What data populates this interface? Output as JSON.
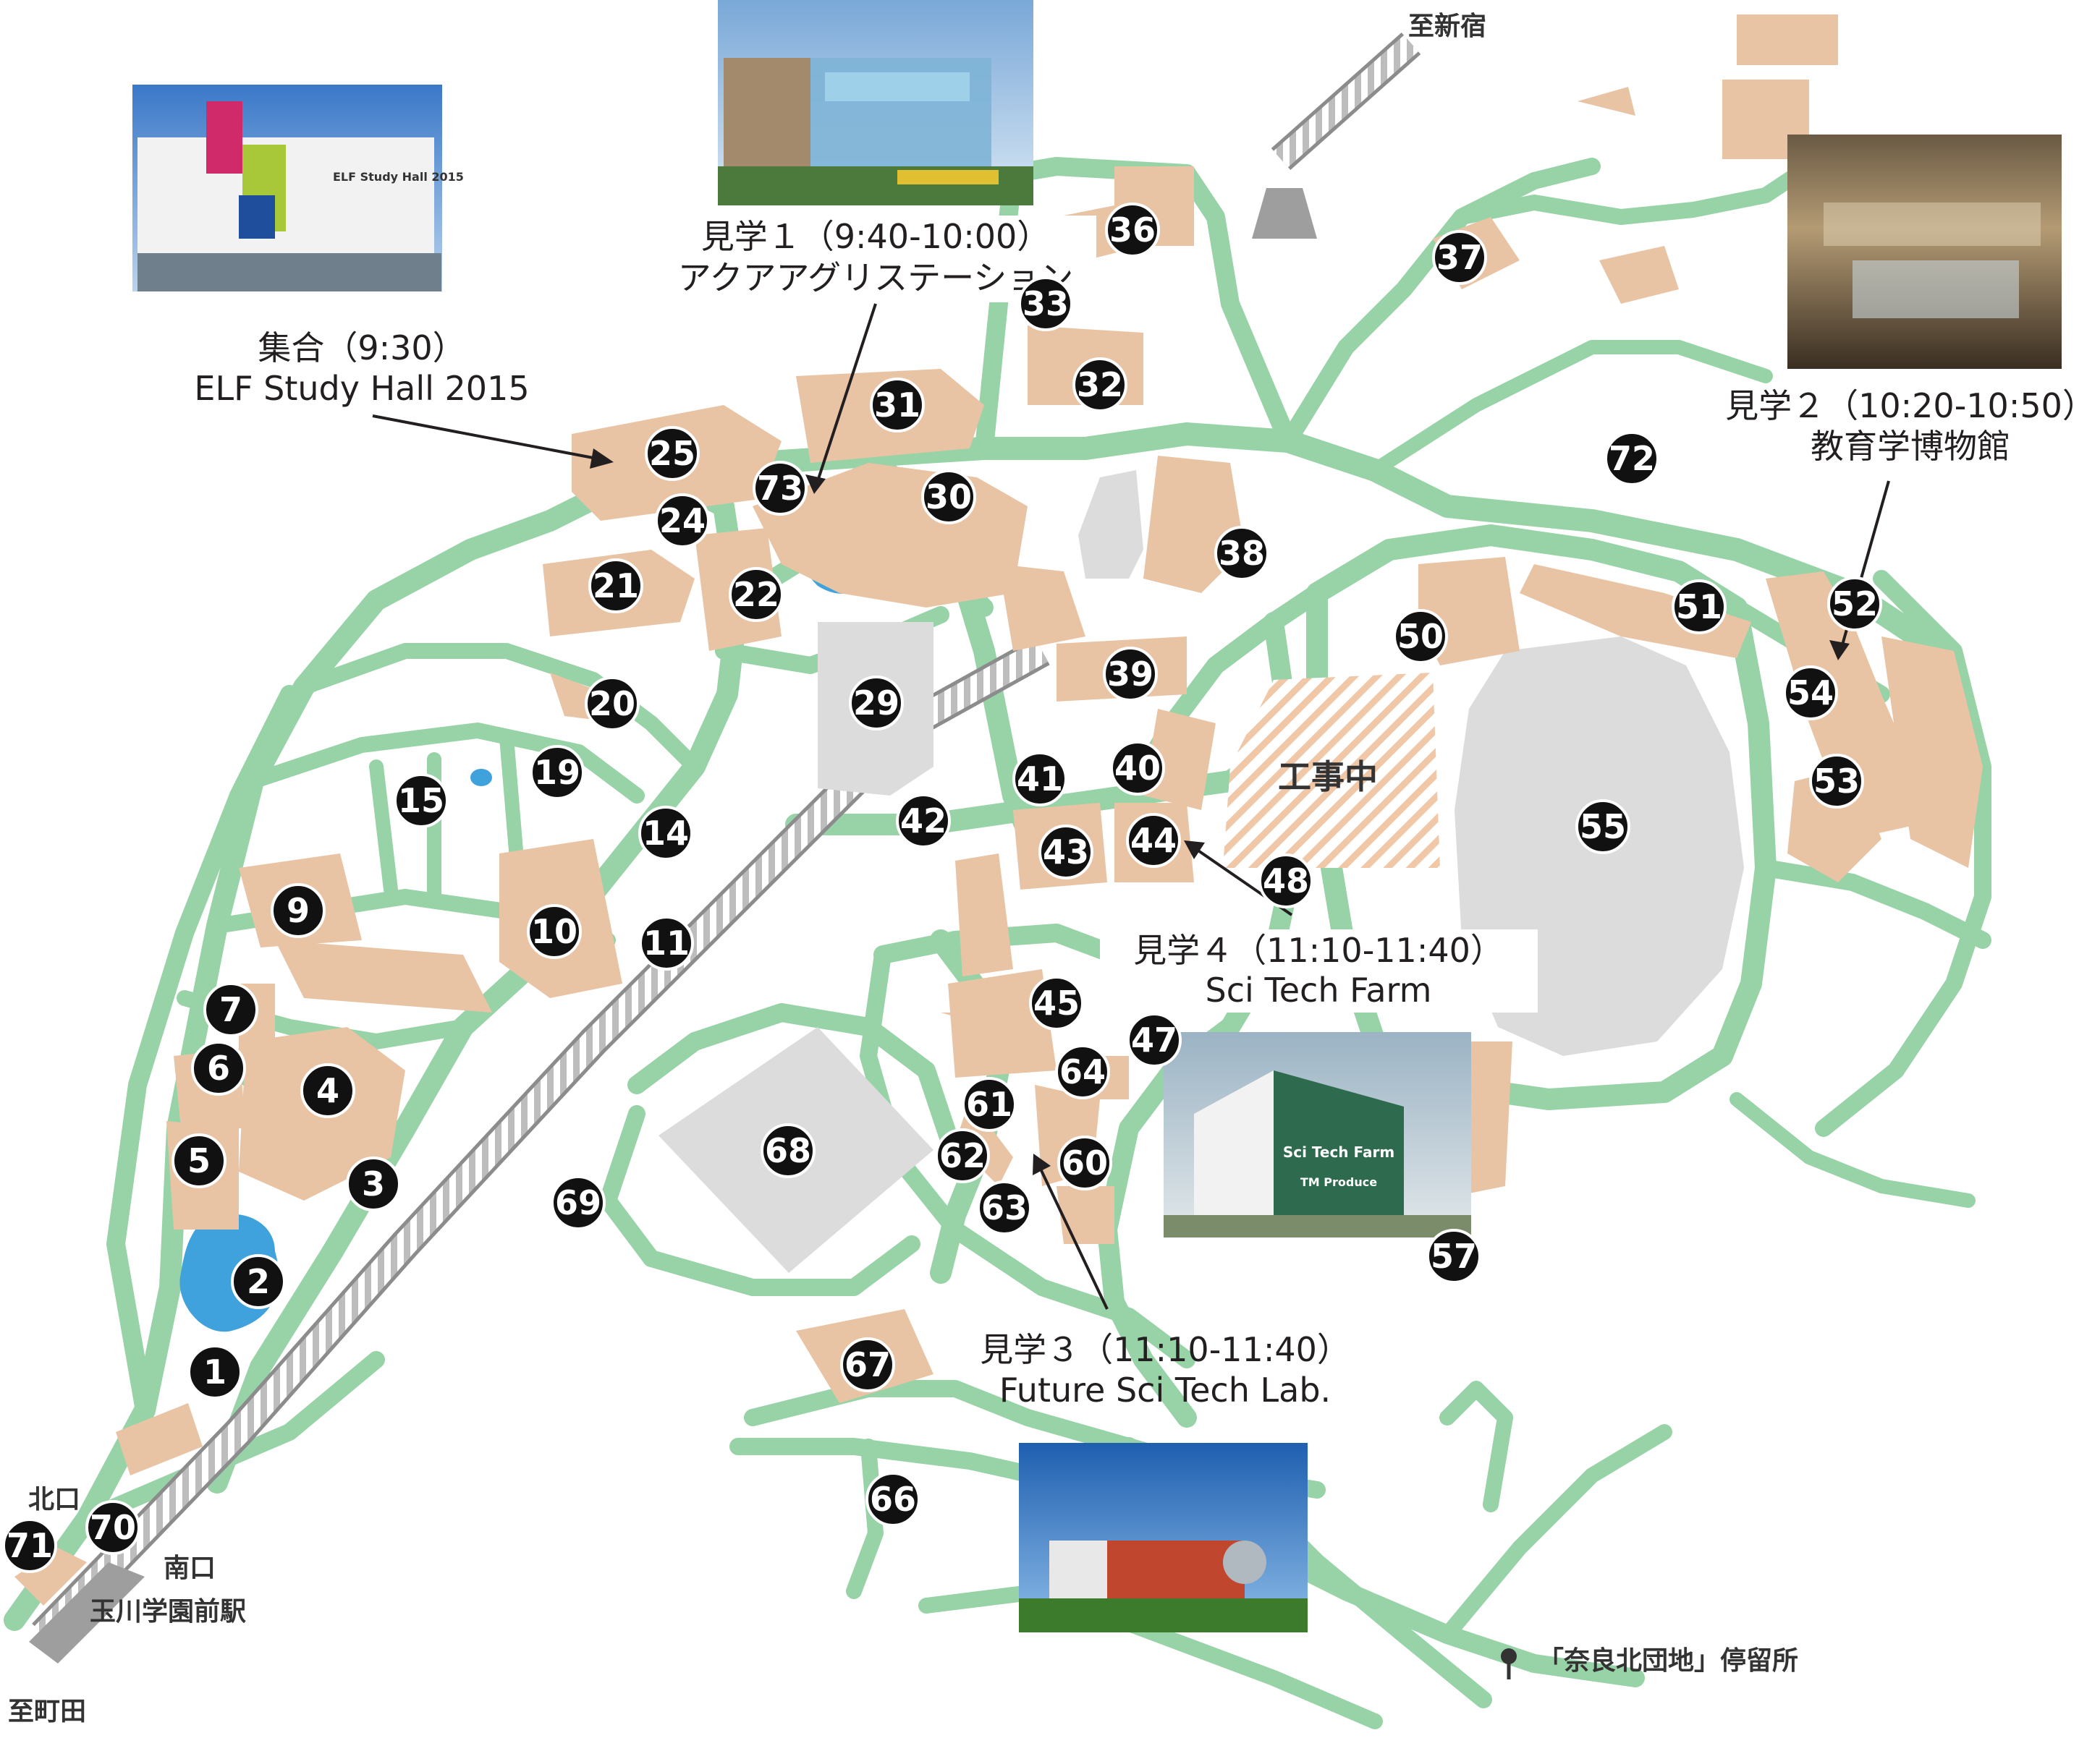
{
  "colors": {
    "path": "#98d3a8",
    "building": "#e8c4a4",
    "field": "#dcdcdc",
    "water": "#3fa2dd",
    "marker": "#111111",
    "label_bg": "#ffffff"
  },
  "buildings": [
    "1",
    "2",
    "3",
    "4",
    "5",
    "6",
    "7",
    "9",
    "10",
    "11",
    "14",
    "15",
    "19",
    "20",
    "21",
    "22",
    "24",
    "25",
    "29",
    "30",
    "31",
    "32",
    "33",
    "36",
    "37",
    "38",
    "39",
    "40",
    "41",
    "42",
    "43",
    "44",
    "45",
    "47",
    "48",
    "50",
    "51",
    "52",
    "53",
    "54",
    "55",
    "57",
    "60",
    "61",
    "62",
    "63",
    "64",
    "66",
    "67",
    "68",
    "69",
    "70",
    "71",
    "72",
    "73"
  ],
  "callouts": {
    "assembly": {
      "line1": "集合（9:30）",
      "line2": "ELF Study Hall 2015"
    },
    "tour1": {
      "line1": "見学１（9:40-10:00）",
      "line2": "アクアアグリステーション"
    },
    "tour2": {
      "line1": "見学２（10:20-10:50）",
      "line2": "教育学博物館"
    },
    "tour3": {
      "line1": "見学３（11:10-11:40）",
      "line2": "Future Sci Tech Lab."
    },
    "tour4": {
      "line1": "見学４（11:10-11:40）",
      "line2": "Sci Tech Farm"
    }
  },
  "labels": {
    "shinjuku": "至新宿",
    "machida": "至町田",
    "north_exit": "北口",
    "south_exit": "南口",
    "station": "玉川学園前駅",
    "bus_stop": "「奈良北団地」停留所",
    "construction": "工事中"
  },
  "photo_captions": {
    "elf": "ELF Study Hall 2015",
    "farm_line1": "Sci Tech Farm",
    "farm_line2": "TM Produce"
  }
}
